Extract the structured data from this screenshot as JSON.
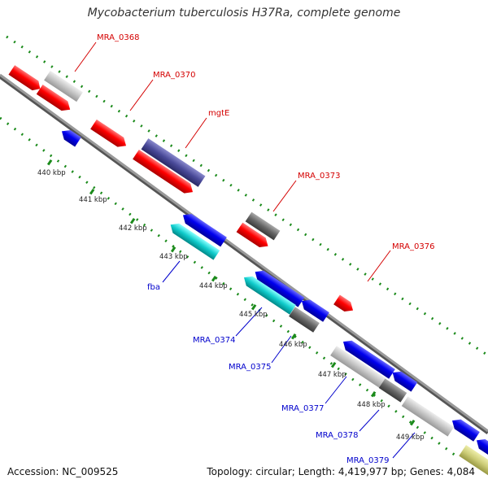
{
  "title": "Mycobacterium tuberculosis H37Ra, complete genome",
  "footer": {
    "accession": "Accession: NC_009525",
    "summary": "Topology: circular; Length: 4,419,977 bp; Genes: 4,084"
  },
  "tick_labels": [
    "440 kbp",
    "441 kbp",
    "442 kbp",
    "443 kbp",
    "444 kbp",
    "445 kbp",
    "446 kbp",
    "447 kbp",
    "448 kbp",
    "449 kbp"
  ],
  "forward_gene_labels": [
    "MRA_0368",
    "MRA_0370",
    "mgtE",
    "MRA_0373",
    "MRA_0376"
  ],
  "reverse_gene_labels": [
    "fba",
    "MRA_0374",
    "MRA_0375",
    "MRA_0377",
    "MRA_0378",
    "MRA_0379"
  ],
  "colors": {
    "forward_gene": "#ff0000",
    "reverse_gene": "#0000ee",
    "other_gene": "#bbbbbb",
    "cyan_gene": "#11cccc",
    "purple_gene": "#4a4a99",
    "dark_gene": "#666666",
    "khaki_gene": "#cccc77",
    "backbone": "#888888",
    "tick": "#1a8a1a",
    "forward_label": "#d40000",
    "reverse_label": "#0000cc"
  }
}
